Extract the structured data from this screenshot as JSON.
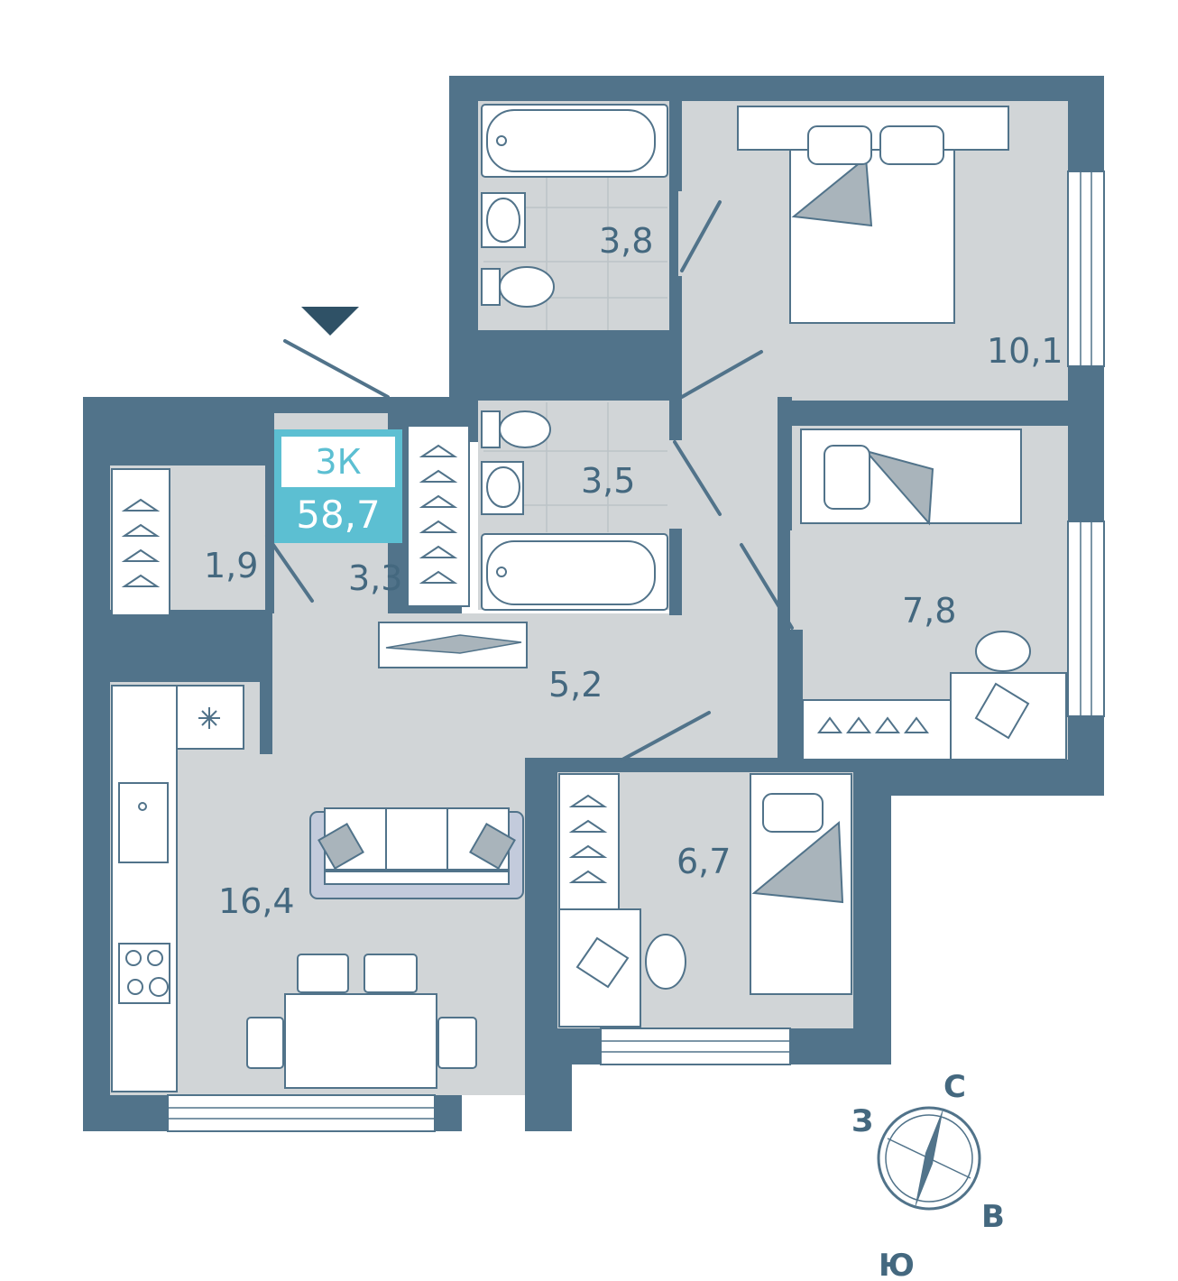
{
  "badge": {
    "rooms": "3К",
    "total_area": "58,7"
  },
  "rooms": {
    "bathroom_top": "3,8",
    "bedroom_large": "10,1",
    "bathroom_mid": "3,5",
    "bedroom_middle": "7,8",
    "closet_small": "1,9",
    "hall_closet": "3,3",
    "corridor": "5,2",
    "kitchen_living": "16,4",
    "bedroom_small": "6,7"
  },
  "compass": {
    "north": "С",
    "west": "З",
    "east": "В",
    "south": "Ю"
  },
  "colors": {
    "wall": "#51738a",
    "floor": "#d1d5d7",
    "accent": "#5cbfd2",
    "text": "#44687f",
    "sofa": "#c3cbdc"
  }
}
